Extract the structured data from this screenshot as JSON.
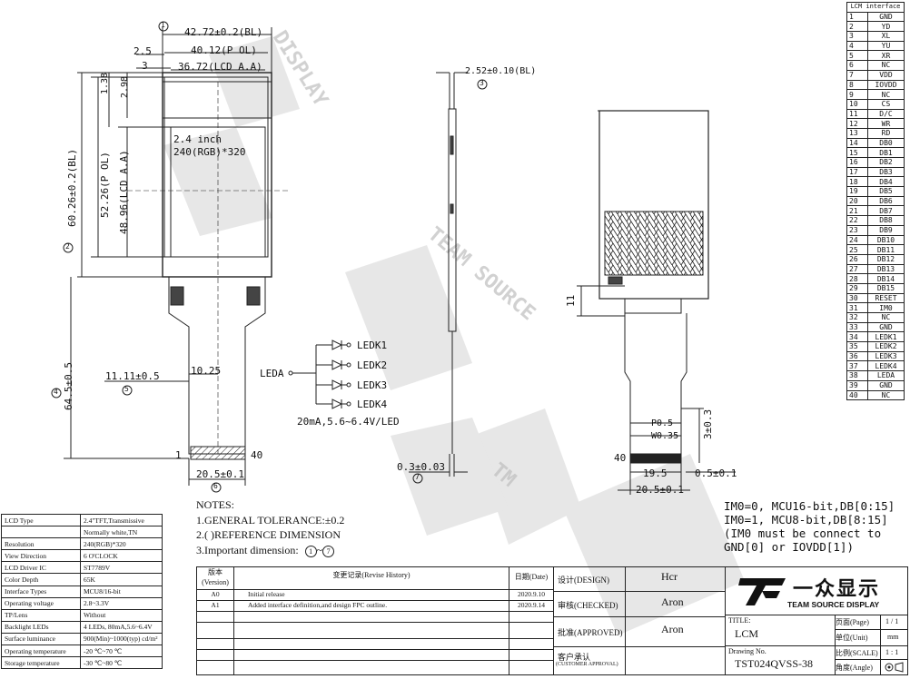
{
  "front_view": {
    "dim_width_bl": "42.72±0.2(BL)",
    "dim_width_pol": "40.12(P OL)",
    "dim_width_aa": "36.72(LCD A.A)",
    "dim_left_25": "2.5",
    "dim_left_3": "3",
    "dim_top_138": "1.38",
    "dim_top_298": "2.98",
    "dim_height_bl": "60.26±0.2(BL)",
    "dim_height_pol": "52.26(P OL)",
    "dim_height_aa": "48.96(LCD A.A)",
    "dim_total_height": "64.5±0.5",
    "dim_fpc_offset": "11.11±0.5",
    "dim_fpc_width_top": "10.25",
    "dim_fpc_bottom": "20.5±0.1",
    "pin_first": "1",
    "pin_last": "40",
    "screen_size": "2.4 inch",
    "screen_res": "240(RGB)*320",
    "circles": [
      "1",
      "2",
      "3",
      "4",
      "5",
      "6",
      "7"
    ]
  },
  "backlight": {
    "anode": "LEDA",
    "leds": [
      "LEDK1",
      "LEDK2",
      "LEDK3",
      "LEDK4"
    ],
    "rating": "20mA,5.6~6.4V/LED"
  },
  "side_view": {
    "dim_thickness": "2.52±0.10(BL)",
    "dim_fpc_thickness": "0.3±0.03"
  },
  "back_view": {
    "dim_11": "11",
    "dim_30": "3±0.3",
    "dim_p05": "P0.5",
    "dim_w035": "W0.35",
    "pin_last": "40",
    "dim_195": "19.5",
    "dim_205": "20.5±0.1",
    "dim_05": "0.5±0.1"
  },
  "pin_table": {
    "title": "LCM interface",
    "pins": [
      [
        "1",
        "GND"
      ],
      [
        "2",
        "YD"
      ],
      [
        "3",
        "XL"
      ],
      [
        "4",
        "YU"
      ],
      [
        "5",
        "XR"
      ],
      [
        "6",
        "NC"
      ],
      [
        "7",
        "VDD"
      ],
      [
        "8",
        "IOVDD"
      ],
      [
        "9",
        "NC"
      ],
      [
        "10",
        "CS"
      ],
      [
        "11",
        "D/C"
      ],
      [
        "12",
        "WR"
      ],
      [
        "13",
        "RD"
      ],
      [
        "14",
        "DB0"
      ],
      [
        "15",
        "DB1"
      ],
      [
        "16",
        "DB2"
      ],
      [
        "17",
        "DB3"
      ],
      [
        "18",
        "DB4"
      ],
      [
        "19",
        "DB5"
      ],
      [
        "20",
        "DB6"
      ],
      [
        "21",
        "DB7"
      ],
      [
        "22",
        "DB8"
      ],
      [
        "23",
        "DB9"
      ],
      [
        "24",
        "DB10"
      ],
      [
        "25",
        "DB11"
      ],
      [
        "26",
        "DB12"
      ],
      [
        "27",
        "DB13"
      ],
      [
        "28",
        "DB14"
      ],
      [
        "29",
        "DB15"
      ],
      [
        "30",
        "RESET"
      ],
      [
        "31",
        "IM0"
      ],
      [
        "32",
        "NC"
      ],
      [
        "33",
        "GND"
      ],
      [
        "34",
        "LEDK1"
      ],
      [
        "35",
        "LEDK2"
      ],
      [
        "36",
        "LEDK3"
      ],
      [
        "37",
        "LEDK4"
      ],
      [
        "38",
        "LEDA"
      ],
      [
        "39",
        "GND"
      ],
      [
        "40",
        "NC"
      ]
    ]
  },
  "interface_notes": [
    "IM0=0, MCU16-bit,DB[0:15]",
    "IM0=1, MCU8-bit,DB[8:15]",
    "(IM0 must be connect to",
    "GND[0] or IOVDD[1])"
  ],
  "notes": {
    "title": "NOTES:",
    "items": [
      "1.GENERAL TOLERANCE:±0.2",
      "2.( )REFERENCE DIMENSION",
      "3.Important dimension:"
    ],
    "important_from": "1",
    "important_to": "7"
  },
  "spec_table": [
    [
      "LCD Type",
      "2.4\"TFT,Transmissive"
    ],
    [
      "",
      "Normally white,TN"
    ],
    [
      "Resolution",
      "240(RGB)*320"
    ],
    [
      "View Direction",
      "6 O'CLOCK"
    ],
    [
      "LCD Driver IC",
      "ST7789V"
    ],
    [
      "Color Depth",
      "65K"
    ],
    [
      "Interface Types",
      "MCU8/16-bit"
    ],
    [
      "Operating voltage",
      "2.8~3.3V"
    ],
    [
      "TP/Lens",
      "Without"
    ],
    [
      "Backlight LEDs",
      "4 LEDs, 80mA,5.6~6.4V"
    ],
    [
      "Surface luminance",
      "900(Min)~1000(typ) cd/m²"
    ],
    [
      "Operating temperature",
      "-20 ℃~70 ℃"
    ],
    [
      "Storage temperature",
      "-30 ℃~80 ℃"
    ]
  ],
  "revision": {
    "col_version": "版本",
    "col_version_en": "(Version)",
    "col_history": "变更记录(Revise History)",
    "col_date": "日期(Date)",
    "rows": [
      [
        "A0",
        "Initial release",
        "2020.9.10"
      ],
      [
        "A1",
        "Added interface definition,and design FPC outline.",
        "2020.9.14"
      ]
    ]
  },
  "approval": {
    "design_label": "设计(DESIGN)",
    "design_name": "Hcr",
    "checked_label": "审核(CHECKED)",
    "checked_name": "Aron",
    "approved_label": "批准(APPROVED)",
    "approved_name": "Aron",
    "customer_label": "客户承认",
    "customer_label_en": "(CUSTOMER APPROVAL)"
  },
  "title_block": {
    "logo_cn": "一众显示",
    "logo_en": "TEAM SOURCE DISPLAY",
    "title_label": "TITLE:",
    "title_value": "LCM",
    "drawing_label": "Drawing No.",
    "drawing_value": "TST024QVSS-38",
    "page_label": "页面(Page)",
    "page_value": "1 / 1",
    "unit_label": "单位(Unit)",
    "unit_value": "mm",
    "scale_label": "比例(SCALE)",
    "scale_value": "1 : 1",
    "angle_label": "角度(Angle)"
  }
}
